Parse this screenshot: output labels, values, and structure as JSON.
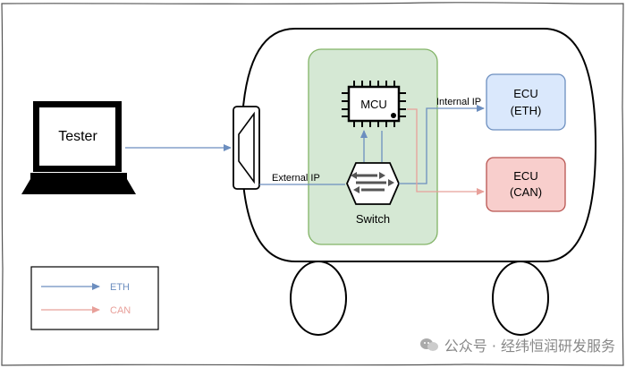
{
  "tester": {
    "label": "Tester"
  },
  "mcu": {
    "label": "MCU"
  },
  "switch": {
    "label": "Switch"
  },
  "ecu_eth": {
    "line1": "ECU",
    "line2": "(ETH)"
  },
  "ecu_can": {
    "line1": "ECU",
    "line2": "(CAN)"
  },
  "links": {
    "external_ip": "External IP",
    "internal_ip": "Internal IP"
  },
  "legend": {
    "eth": "ETH",
    "can": "CAN"
  },
  "colors": {
    "eth": "#6c8ebf",
    "can": "#e8a09a",
    "switch_box_fill": "#d5e8d4",
    "switch_box_stroke": "#82b366",
    "ecu_eth_fill": "#dae8fc",
    "ecu_can_fill": "#f8cecc",
    "ecu_can_stroke": "#b85450"
  },
  "watermark": {
    "text": "公众号 · 经纬恒润研发服务",
    "icon": "wechat-icon"
  }
}
